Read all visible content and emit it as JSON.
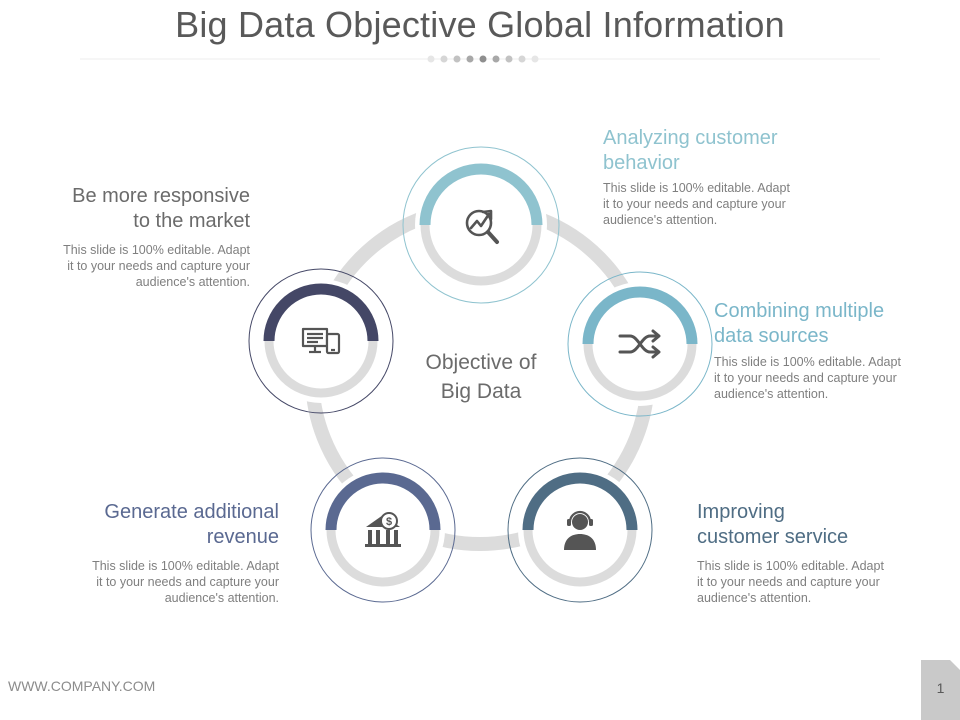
{
  "title": "Big Data Objective Global Information",
  "center": {
    "line1": "Objective of",
    "line2": "Big Data"
  },
  "items": [
    {
      "heading_line1": "Analyzing customer",
      "heading_line2": "behavior",
      "desc_line1": "This slide is 100% editable. Adapt",
      "desc_line2": "it to your needs and capture your",
      "desc_line3": "audience's attention.",
      "color": "#8fc3cf",
      "icon": "analytics-magnifier-icon"
    },
    {
      "heading_line1": "Combining multiple",
      "heading_line2": "data sources",
      "desc_line1": "This slide is 100% editable. Adapt",
      "desc_line2": "it to your needs and capture your",
      "desc_line3": "audience's attention.",
      "color": "#7ab6c9",
      "icon": "shuffle-icon"
    },
    {
      "heading_line1": "Improving",
      "heading_line2": "customer service",
      "desc_line1": "This slide is 100% editable. Adapt",
      "desc_line2": "it to your needs and capture your",
      "desc_line3": "audience's attention.",
      "color": "#4f6d84",
      "icon": "customer-support-icon"
    },
    {
      "heading_line1": "Generate additional",
      "heading_line2": "revenue",
      "desc_line1": "This slide is 100% editable. Adapt",
      "desc_line2": "it to your needs and capture your",
      "desc_line3": "audience's attention.",
      "color": "#5a6991",
      "icon": "bank-dollar-icon"
    },
    {
      "heading_line1": "Be more responsive",
      "heading_line2": "to the market",
      "desc_line1": "This slide is 100% editable. Adapt",
      "desc_line2": "it to your needs and capture your",
      "desc_line3": "audience's attention.",
      "color": "#444766",
      "icon": "devices-icon"
    }
  ],
  "footer": {
    "url": "WWW.COMPANY.COM",
    "page": "1"
  }
}
